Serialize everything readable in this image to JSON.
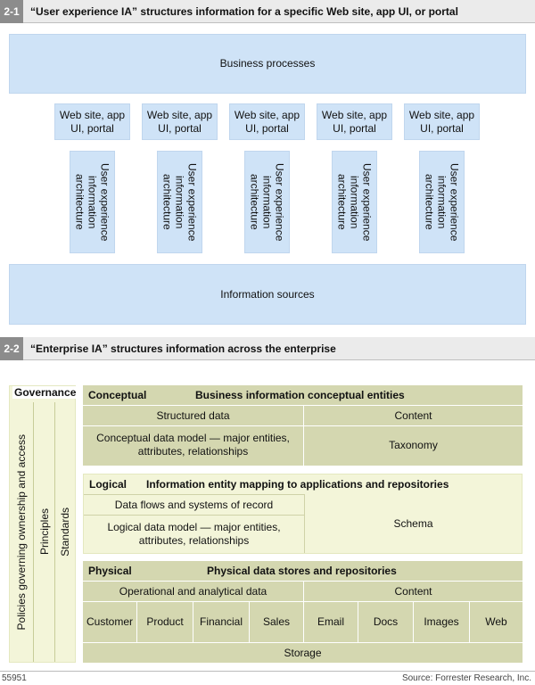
{
  "fig1": {
    "num": "2-1",
    "title": "“User experience IA” structures information for a specific Web site, app UI, or portal",
    "business": "Business processes",
    "site_label": "Web site, app\nUI, portal",
    "uxia_label": "User experience\ninformation\narchitecture",
    "sources": "Information sources"
  },
  "fig2": {
    "num": "2-2",
    "title": "“Enterprise IA” structures information across the enterprise",
    "governance": {
      "title": "Governance",
      "cols": [
        "Policies governing ownership and access",
        "Principles",
        "Standards"
      ]
    },
    "conceptual": {
      "label": "Conceptual",
      "title": "Business information conceptual entities",
      "left_header": "Structured data",
      "right_header": "Content",
      "left_body": "Conceptual data model — major entities, attributes, relationships",
      "right_body": "Taxonomy"
    },
    "logical": {
      "label": "Logical",
      "title": "Information entity mapping to applications and repositories",
      "left_top": "Data flows and systems of record",
      "left_bottom": "Logical data model — major entities, attributes, relationships",
      "right": "Schema"
    },
    "physical": {
      "label": "Physical",
      "title": "Physical data stores and repositories",
      "left_header": "Operational and analytical data",
      "right_header": "Content",
      "left_items": [
        "Customer",
        "Product",
        "Financial",
        "Sales"
      ],
      "right_items": [
        "Email",
        "Docs",
        "Images",
        "Web"
      ],
      "storage": "Storage"
    }
  },
  "footer": {
    "id": "55951",
    "source": "Source: Forrester Research, Inc."
  }
}
